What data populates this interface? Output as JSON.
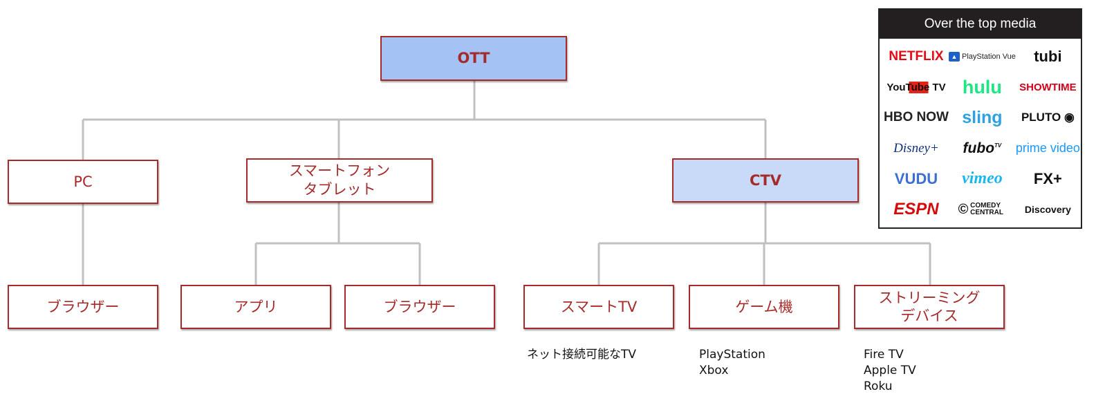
{
  "root": {
    "label": "OTT",
    "fill": "#a4c2f4"
  },
  "level1": [
    {
      "id": "pc",
      "label": "PC"
    },
    {
      "id": "smartphone",
      "label": "スマートフォン\nタブレット"
    },
    {
      "id": "ctv",
      "label": "CTV",
      "fill": "#c9daf8"
    }
  ],
  "level2": [
    {
      "id": "pc-browser",
      "label": "ブラウザー"
    },
    {
      "id": "app",
      "label": "アプリ"
    },
    {
      "id": "sp-browser",
      "label": "ブラウザー"
    },
    {
      "id": "smart-tv",
      "label": "スマートTV"
    },
    {
      "id": "game-console",
      "label": "ゲーム機"
    },
    {
      "id": "streaming-device",
      "label": "ストリーミング\nデバイス"
    }
  ],
  "notes": {
    "smart_tv": "ネット接続可能なTV",
    "game": "PlayStation\nXbox",
    "streaming": "Fire TV\nApple TV\nRoku"
  },
  "colors": {
    "border": "#a52a2a",
    "text": "#a52a2a",
    "connector": "#c0c0c0",
    "root_fill": "#a4c2f4",
    "ctv_fill": "#c9daf8"
  },
  "panel": {
    "title": "Over the top media",
    "logos": [
      "NETFLIX",
      "PlayStation Vue",
      "tubi",
      "YouTube TV",
      "hulu",
      "SHOWTIME",
      "HBO NOW",
      "sling",
      "PLUTO",
      "Disney+",
      "fubo",
      "prime video",
      "VUDU",
      "vimeo",
      "FX+",
      "ESPN",
      "COMEDY CENTRAL",
      "Discovery"
    ]
  }
}
